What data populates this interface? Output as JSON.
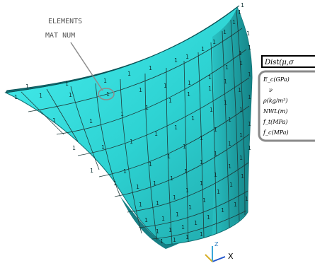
{
  "annotation": {
    "line1": "ELEMENTS",
    "line2": "MAT  NUM"
  },
  "element_label": "1",
  "axis": {
    "x_label": "X",
    "z_label": "Z"
  },
  "parameter_panel": {
    "header": "Dist(μ,σ",
    "params": [
      "E_c(GPa)",
      "ν",
      "ρ(kg/m³)",
      "NWL(m)",
      "f_t(MPa)",
      "f_c(MPa)"
    ]
  },
  "colors": {
    "shell_face": "#2fd6d6",
    "shell_shadow": "#1c9ea2",
    "shell_rim": "#0f6f73",
    "mesh_line": "#1f3a3a",
    "annotation": "#8c8c8c",
    "panel_border": "#000000",
    "panel_inner_border": "#8a8a8a"
  }
}
